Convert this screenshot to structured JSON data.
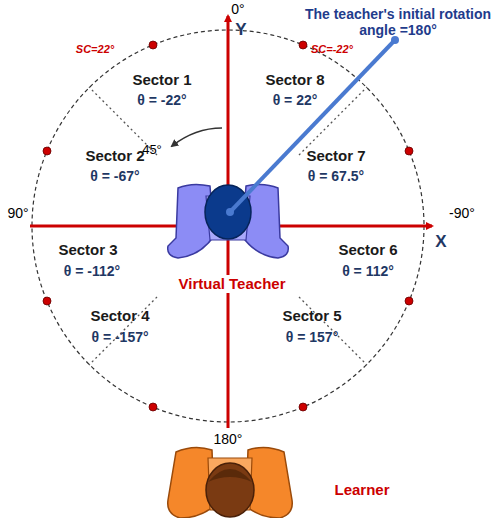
{
  "diagram": {
    "labels": [
      "0°",
      "Y",
      "The teacher's initial rotation angle =180°",
      "SC=22°",
      "SC=-22°",
      "Sector 1",
      "θ = -22°",
      "Sector 8",
      "θ = 22°",
      "45°",
      "Sector 2",
      "θ = -67°",
      "Sector 7",
      "θ = 67.5°",
      "90°",
      "-90°",
      "X",
      "Sector 3",
      "θ = -112°",
      "Sector 6",
      "θ = 112°",
      "Virtual Teacher",
      "Sector 4",
      "θ = -157°",
      "Sector 5",
      "θ = 157°",
      "180°",
      "Learner"
    ]
  }
}
